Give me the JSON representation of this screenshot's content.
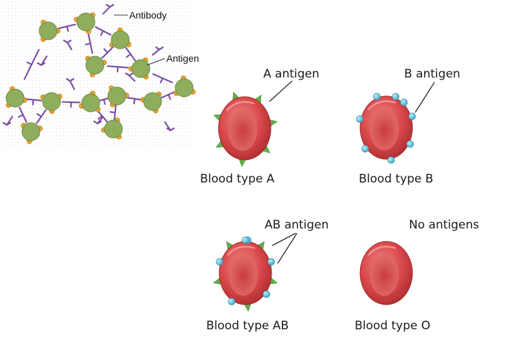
{
  "agglutination": {
    "antibody_label": "Antibody",
    "antigen_label": "Antigen"
  },
  "cells": {
    "a": {
      "antigen_label": "A antigen",
      "caption": "Blood type A"
    },
    "b": {
      "antigen_label": "B antigen",
      "caption": "Blood type B"
    },
    "ab": {
      "antigen_label": "AB antigen",
      "caption": "Blood type AB"
    },
    "o": {
      "antigen_label": "No antigens",
      "caption": "Blood type O"
    }
  },
  "colors": {
    "cell_green": "#8fae5d",
    "antigen_orange": "#e8a22a",
    "antibody_purple": "#7b4fa3",
    "rbc_red": "#d9484a",
    "antigen_a_green": "#5fb04a",
    "antigen_b_blue": "#5ec0d8"
  }
}
